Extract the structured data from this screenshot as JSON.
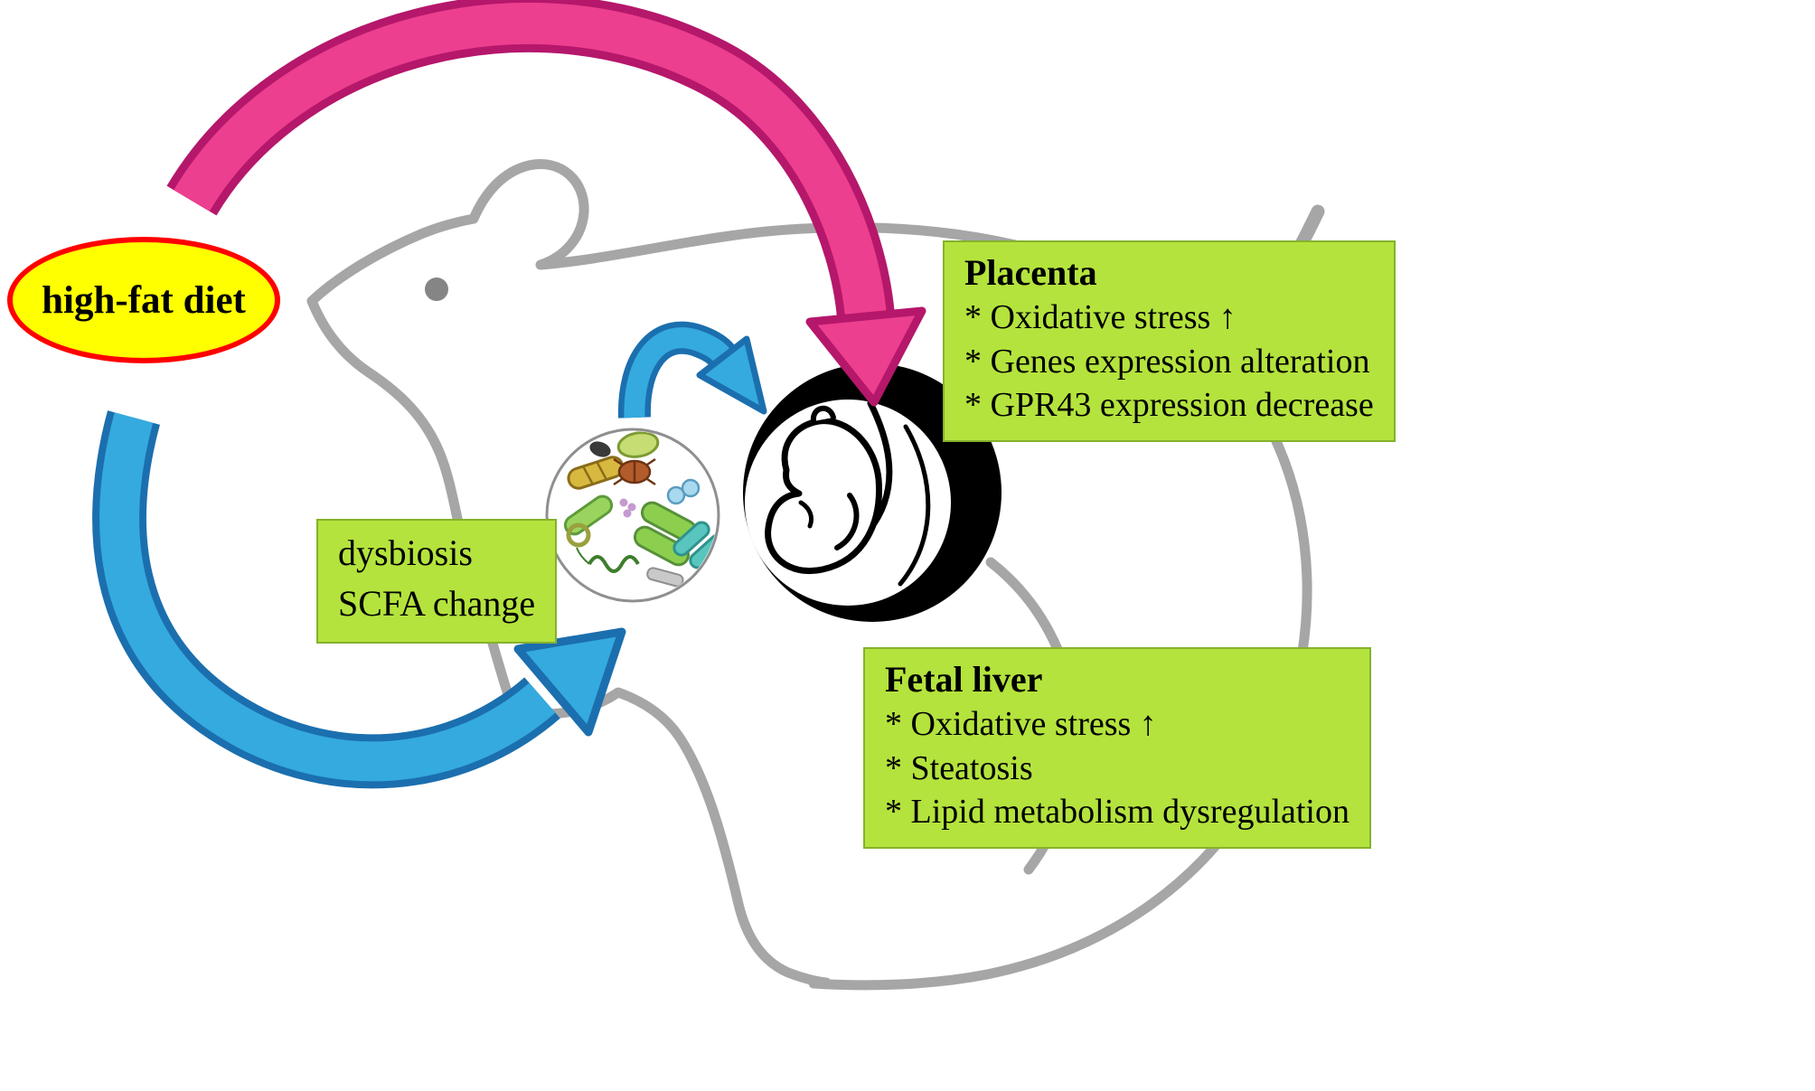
{
  "diagram": {
    "high_fat_diet": {
      "label": "high-fat diet"
    },
    "dysbiosis_box": {
      "line1": "dysbiosis",
      "line2": "SCFA change"
    },
    "placenta_box": {
      "title": "Placenta",
      "items": [
        "* Oxidative stress ↑",
        "* Genes expression alteration",
        "* GPR43 expression decrease"
      ]
    },
    "fetal_liver_box": {
      "title": "Fetal liver",
      "items": [
        "* Oxidative stress ↑",
        "* Steatosis",
        "* Lipid metabolism dysregulation"
      ]
    },
    "icons": {
      "mouse": "pregnant-mouse-outline",
      "microbiota": "gut-microbiota-circle",
      "fetus": "fetus-in-placenta",
      "pink_arrow": "arrow-high-fat-diet-to-placenta",
      "blue_arrow": "arrow-high-fat-diet-to-microbiota",
      "small_blue_arrow": "arrow-microbiota-to-fetus"
    },
    "colors": {
      "box_green": "#b4e33d",
      "ellipse_fill": "#ffff00",
      "ellipse_border": "#ff0000",
      "arrow_pink": "#ed3f8f",
      "arrow_pink_outline": "#b5176b",
      "arrow_blue": "#35aade",
      "arrow_blue_outline": "#1b6fae",
      "mouse_outline": "#a6a6a6"
    }
  }
}
